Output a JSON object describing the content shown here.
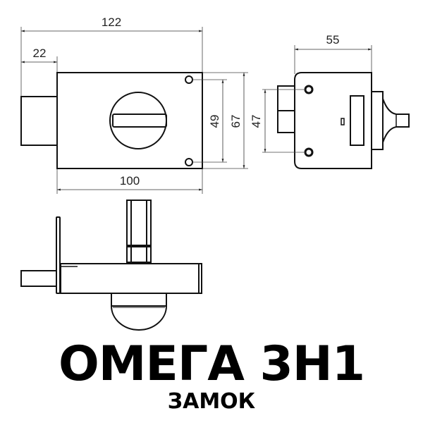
{
  "product": {
    "title": "ОМЕГА 3Н1",
    "subtitle": "ЗАМОК"
  },
  "dimensions": {
    "front_view": {
      "overall_width": "122",
      "bolt_projection": "22",
      "body_width": "100",
      "screw_spacing": "49",
      "body_height": "67"
    },
    "side_view": {
      "depth": "55",
      "bolt_height": "47"
    }
  },
  "colors": {
    "line": "#111111",
    "dim_line": "#333333",
    "background": "#ffffff"
  }
}
